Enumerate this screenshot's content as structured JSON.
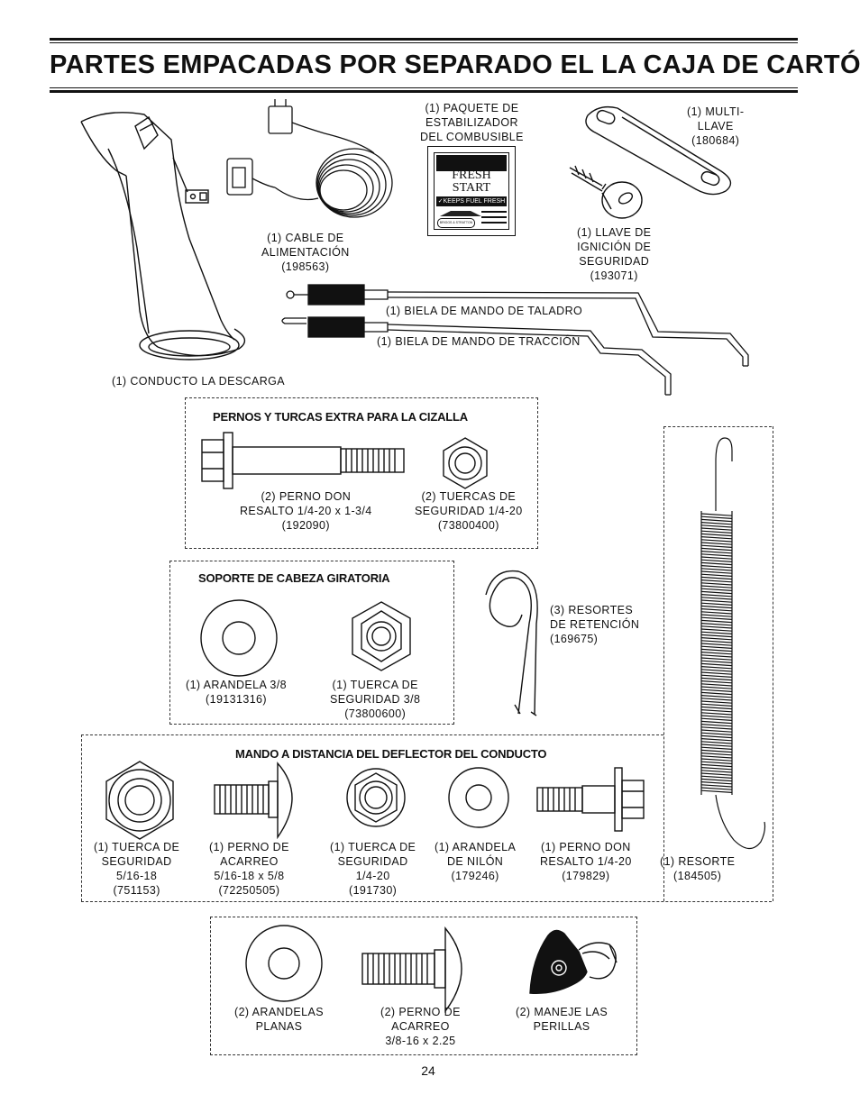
{
  "page_title": "PARTES EMPACADAS POR SEPARADO EL LA CAJA DE CARTÓN",
  "page_number": "24",
  "parts": {
    "fuel_pack": [
      "(1) PAQUETE DE",
      "ESTABILIZADOR",
      "DEL COMBUSIBLE"
    ],
    "fuel_pack_label": {
      "line1": "FRESH",
      "line2": "START",
      "banner": "✓KEEPS FUEL FRESH",
      "brand": "BRIGGS & STRATTON"
    },
    "multi_key": [
      "(1) MULTI-",
      "LLAVE",
      "(180684)"
    ],
    "power_cord": [
      "(1) CABLE DE",
      "ALIMENTACIÓN",
      "(198563)"
    ],
    "ignition_key": [
      "(1) LLAVE DE",
      "IGNICIÓN DE",
      "SEGURIDAD",
      "(193071)"
    ],
    "auger_rod": "(1) BIELA DE MANDO DE TALADRO",
    "traction_rod": "(1) BIELA DE MANDO DE TRACCIÓN",
    "chute": "(1) CONDUCTO LA DESCARGA",
    "retainer_springs": [
      "(3) RESORTES",
      "DE RETENCIÓN",
      "(169675)"
    ],
    "spring": [
      "(1) RESORTE",
      "(184505)"
    ]
  },
  "sections": {
    "shear": {
      "title": "PERNOS Y TURCAS EXTRA PARA LA CIZALLA",
      "items": [
        [
          "(2) PERNO DON",
          "RESALTO 1/4-20 x 1-3/4",
          "(192090)"
        ],
        [
          "(2) TUERCAS DE",
          "SEGURIDAD 1/4-20",
          "(73800400)"
        ]
      ]
    },
    "swivel": {
      "title": "SOPORTE DE CABEZA GIRATORIA",
      "items": [
        [
          "(1) ARANDELA 3/8",
          "(19131316)"
        ],
        [
          "(1) TUERCA DE",
          "SEGURIDAD 3/8",
          "(73800600)"
        ]
      ]
    },
    "remote": {
      "title": "MANDO A DISTANCIA DEL DEFLECTOR DEL CONDUCTO",
      "items": [
        [
          "(1) TUERCA DE",
          "SEGURIDAD",
          "5/16-18",
          "(751153)"
        ],
        [
          "(1) PERNO DE",
          "ACARREO",
          "5/16-18 x 5/8",
          "(72250505)"
        ],
        [
          "(1) TUERCA DE",
          "SEGURIDAD",
          "1/4-20",
          "(191730)"
        ],
        [
          "(1) ARANDELA",
          "DE NILÓN",
          "(179246)"
        ],
        [
          "(1) PERNO DON",
          "RESALTO 1/4-20",
          "(179829)"
        ]
      ]
    },
    "bottom": {
      "items": [
        [
          "(2) ARANDELAS",
          "PLANAS"
        ],
        [
          "(2) PERNO DE",
          "ACARREO",
          "3/8-16 x 2.25"
        ],
        [
          "(2) MANEJE LAS",
          "PERILLAS"
        ]
      ]
    }
  }
}
